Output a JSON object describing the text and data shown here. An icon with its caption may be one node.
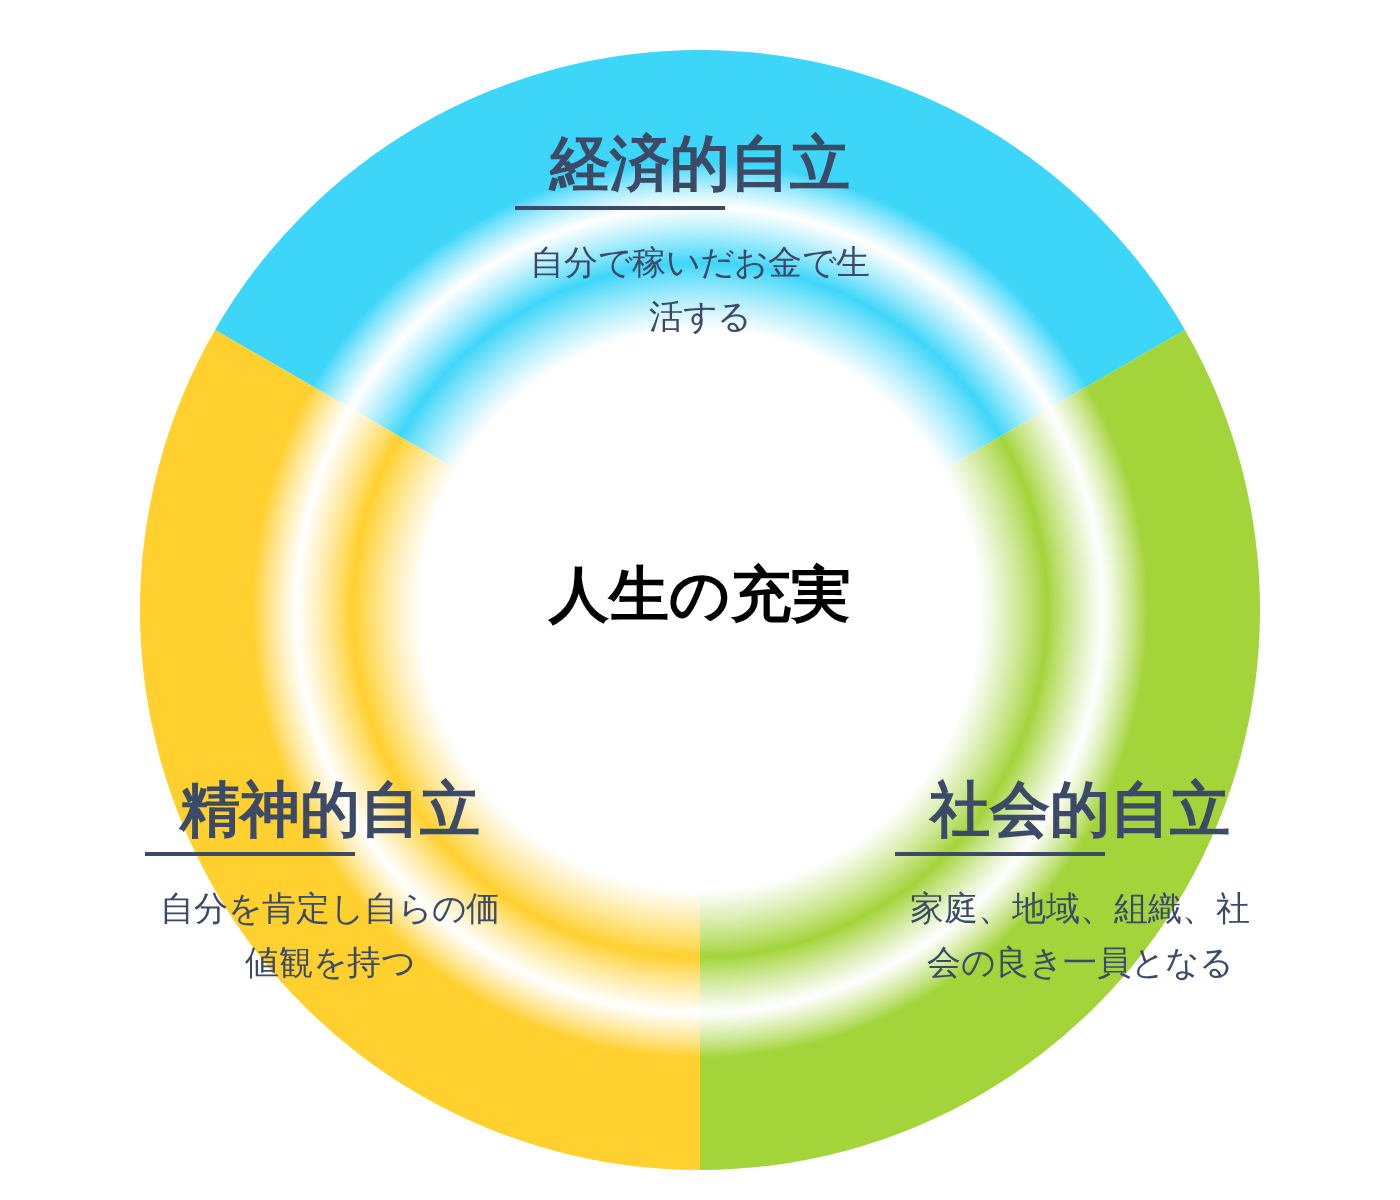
{
  "diagram": {
    "nodes": [
      {
        "text": [
          "経済的自立",
          "自分で稼いだお金で生活する"
        ]
      },
      {
        "text": [
          "精神的自立",
          "自分を肯定し自らの価値観を持つ"
        ]
      },
      {
        "text": [
          "社会的自立",
          "家庭、地域、組織、社会の良き一員となる"
        ]
      }
    ],
    "labels": [
      "人生の充実"
    ]
  }
}
